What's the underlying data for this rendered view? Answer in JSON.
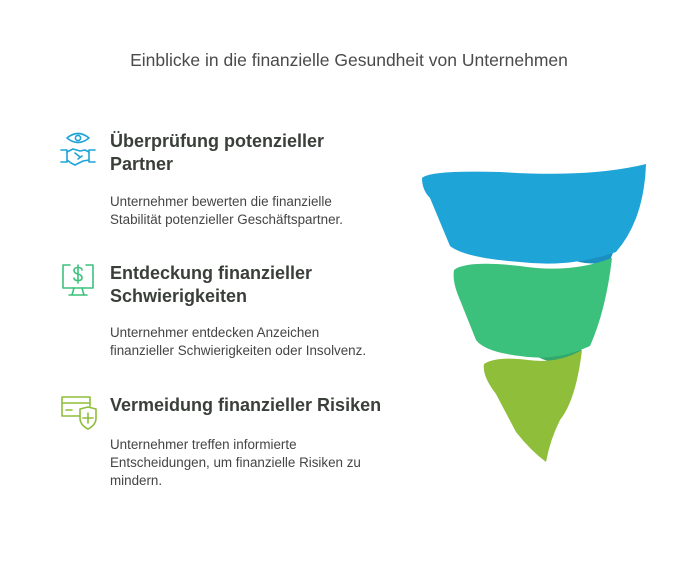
{
  "title": "Einblicke in die finanzielle Gesundheit von Unternehmen",
  "colors": {
    "blue": "#1fa4d8",
    "green": "#3cc17c",
    "lime": "#8fbe3a"
  },
  "items": [
    {
      "icon": "handshake-eye-icon",
      "heading_line1": "Überprüfung potenzieller",
      "heading_line2": "Partner",
      "desc_line1": "Unternehmer bewerten die finanzielle",
      "desc_line2": "Stabilität potenzieller Geschäftspartner."
    },
    {
      "icon": "monitor-dollar-icon",
      "heading_line1": "Entdeckung finanzieller",
      "heading_line2": "Schwierigkeiten",
      "desc_line1": "Unternehmer entdecken Anzeichen",
      "desc_line2": "finanzieller Schwierigkeiten oder Insolvenz."
    },
    {
      "icon": "card-shield-icon",
      "heading_line1": "Vermeidung finanzieller Risiken",
      "desc_line1": "Unternehmer treffen informierte",
      "desc_line2": "Entscheidungen, um finanzielle Risiken zu",
      "desc_line3": "mindern."
    }
  ]
}
